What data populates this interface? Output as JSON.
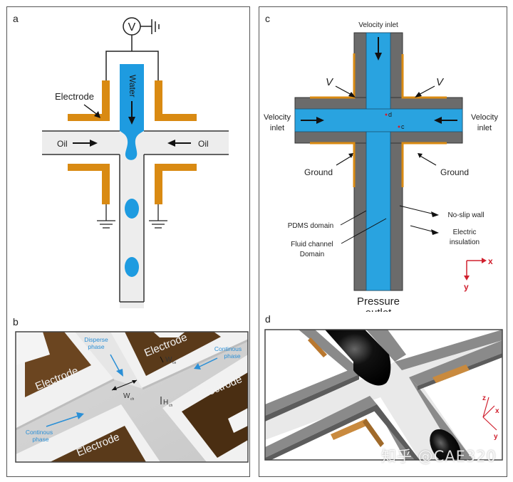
{
  "panels": {
    "a": {
      "label": "a",
      "voltage_source": "V",
      "electrode_label": "Electrode",
      "water_label": "Water",
      "oil_left_label": "Oil",
      "oil_right_label": "Oil"
    },
    "b": {
      "label": "b",
      "electrode_labels": [
        "Electrode",
        "Electrode",
        "Electrode",
        "Electrode"
      ],
      "disperse_phase_line1": "Disperse",
      "disperse_phase_line2": "phase",
      "continous_phase_right_line1": "Continous",
      "continous_phase_right_line2": "phase",
      "continous_phase_left_line1": "Continous",
      "continous_phase_left_line2": "phase",
      "w_ch_label": "W",
      "w_ch_sub": "ch",
      "w_ce_label": "W",
      "w_ce_sub": "ce",
      "h_ch_label": "H",
      "h_ch_sub": "ch"
    },
    "c": {
      "label": "c",
      "velocity_inlet_top": "Velocity inlet",
      "velocity_inlet_left_line1": "Velocity",
      "velocity_inlet_left_line2": "inlet",
      "velocity_inlet_right_line1": "Velocity",
      "velocity_inlet_right_line2": "inlet",
      "v_left": "V",
      "v_right": "V",
      "ground_left": "Ground",
      "ground_right": "Ground",
      "point_d": "d",
      "point_c": "c",
      "pdms_domain": "PDMS domain",
      "fluid_channel_line1": "Fluid channel",
      "fluid_channel_line2": "Domain",
      "no_slip_wall": "No-slip wall",
      "electric_insulation_line1": "Electric",
      "electric_insulation_line2": "insulation",
      "axis_x": "x",
      "axis_y": "y",
      "pressure_outlet_line1": "Pressure",
      "pressure_outlet_line2": "outlet"
    },
    "d": {
      "label": "d",
      "axis_x": "x",
      "axis_y": "y",
      "axis_z": "z"
    }
  },
  "watermark": "知乎 @CAE320",
  "colors": {
    "electrode_orange": "#D98A12",
    "water_blue": "#1E9BE0",
    "channel_gray": "#EDEDED",
    "pdms_gray": "#6B6B6B",
    "fluid_blue": "#29A3E0",
    "axis_red": "#D0202E",
    "electrode_brown": "#5A3A1A",
    "label_blue": "#2A8FD6"
  }
}
